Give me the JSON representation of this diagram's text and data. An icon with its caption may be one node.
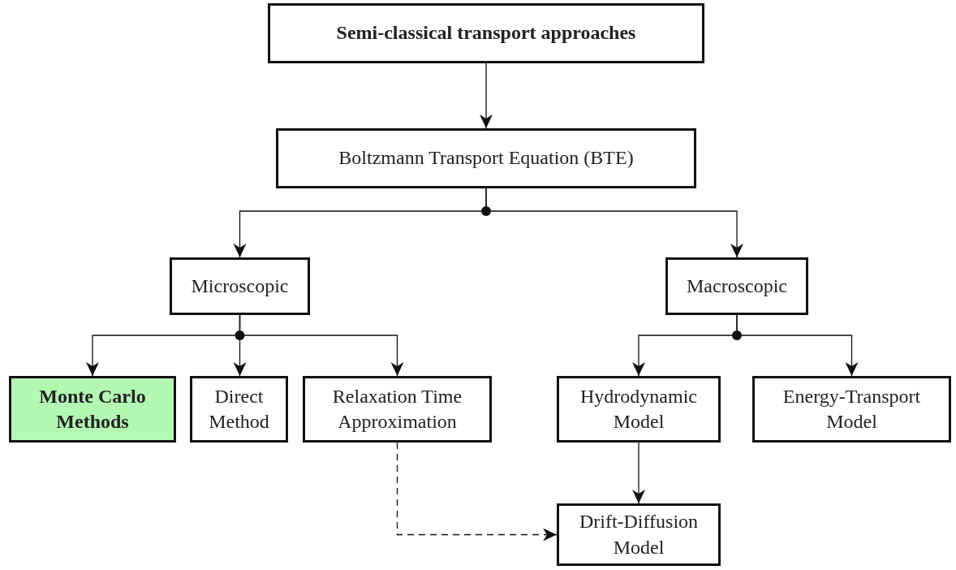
{
  "diagram": {
    "nodes": [
      {
        "text": [
          "Semi-classical transport approaches"
        ]
      },
      {
        "text": [
          "Boltzmann Transport Equation (BTE)"
        ]
      },
      {
        "text": [
          "Microscopic"
        ]
      },
      {
        "text": [
          "Macroscopic"
        ]
      },
      {
        "text": [
          "Monte Carlo Methods"
        ]
      },
      {
        "text": [
          "Direct Method"
        ]
      },
      {
        "text": [
          "Relaxation Time Approximation"
        ]
      },
      {
        "text": [
          "Hydrodynamic Model"
        ]
      },
      {
        "text": [
          "Energy-Transport Model"
        ]
      },
      {
        "text": [
          "Drift-Diffusion Model"
        ]
      }
    ],
    "edges": [
      {
        "from": 0,
        "to": 1,
        "arrow": "to"
      },
      {
        "from": 1,
        "to": 2,
        "arrow": "to"
      },
      {
        "from": 1,
        "to": 3,
        "arrow": "to"
      },
      {
        "from": 2,
        "to": 4,
        "arrow": "to"
      },
      {
        "from": 2,
        "to": 5,
        "arrow": "to"
      },
      {
        "from": 2,
        "to": 6,
        "arrow": "to"
      },
      {
        "from": 3,
        "to": 7,
        "arrow": "to"
      },
      {
        "from": 3,
        "to": 8,
        "arrow": "to"
      },
      {
        "from": 7,
        "to": 9,
        "arrow": "to"
      },
      {
        "from": 6,
        "to": 9,
        "arrow": "to",
        "style": "dashed"
      }
    ]
  }
}
